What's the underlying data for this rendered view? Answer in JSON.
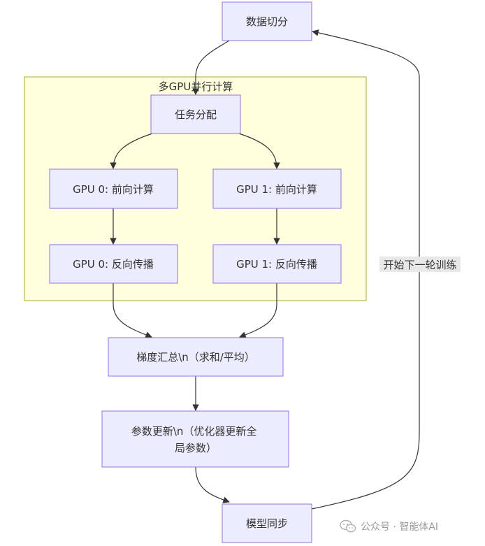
{
  "cluster": {
    "label": "多GPU并行计算"
  },
  "nodes": {
    "split": "数据切分",
    "assign": "任务分配",
    "gpu0_fwd": "GPU 0: 前向计算",
    "gpu1_fwd": "GPU 1: 前向计算",
    "gpu0_bwd": "GPU 0: 反向传播",
    "gpu1_bwd": "GPU 1: 反向传播",
    "aggregate": "梯度汇总\\n（求和/平均）",
    "update_line1": "参数更新\\n（优化器更新全",
    "update_line2": "局参数）",
    "sync": "模型同步"
  },
  "edge_labels": {
    "loop": "开始下一轮训练"
  },
  "watermark": {
    "text": "公众号 · 智能体AI",
    "icon": "wechat-icon"
  },
  "colors": {
    "node_fill": "#ECECFF",
    "node_stroke": "#9370DB",
    "cluster_fill": "#FFFFDE",
    "cluster_stroke": "#AAAA33"
  }
}
